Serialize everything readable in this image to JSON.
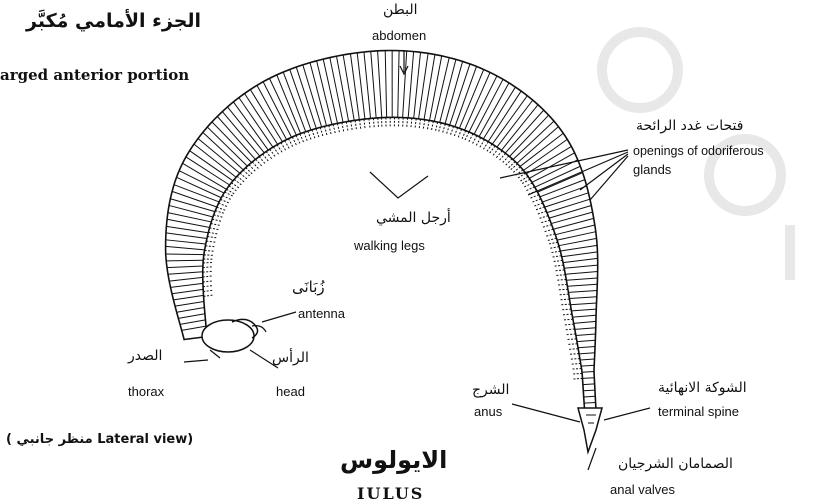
{
  "labels": {
    "abdomen_ar": "البطن",
    "abdomen_en": "abdomen",
    "anterior_ar": "الجزء الأمامي مُكبَّر",
    "anterior_en": "arged anterior portion",
    "glands_ar": "فتحات غدد الرائحة",
    "glands_en_1": "openings of odoriferous",
    "glands_en_2": "glands",
    "legs_ar": "أرجل المشي",
    "legs_en": "walking legs",
    "antenna_ar": "زُبَانَى",
    "antenna_en": "antenna",
    "thorax_ar": "الصدر",
    "thorax_en": "thorax",
    "head_ar": "الرأس",
    "head_en": "head",
    "anus_ar": "الشرج",
    "anus_en": "anus",
    "spine_ar": "الشوكة الانهائية",
    "spine_en": "terminal spine",
    "valves_ar": "الصمامان الشرجيان",
    "valves_en": "anal valves",
    "lateral_view": "( منظر جانبي Lateral view)",
    "title_ar": "الايولوس",
    "title_en": "IULUS"
  },
  "colors": {
    "ink": "#111111",
    "watermark": "#e6e6e6"
  }
}
